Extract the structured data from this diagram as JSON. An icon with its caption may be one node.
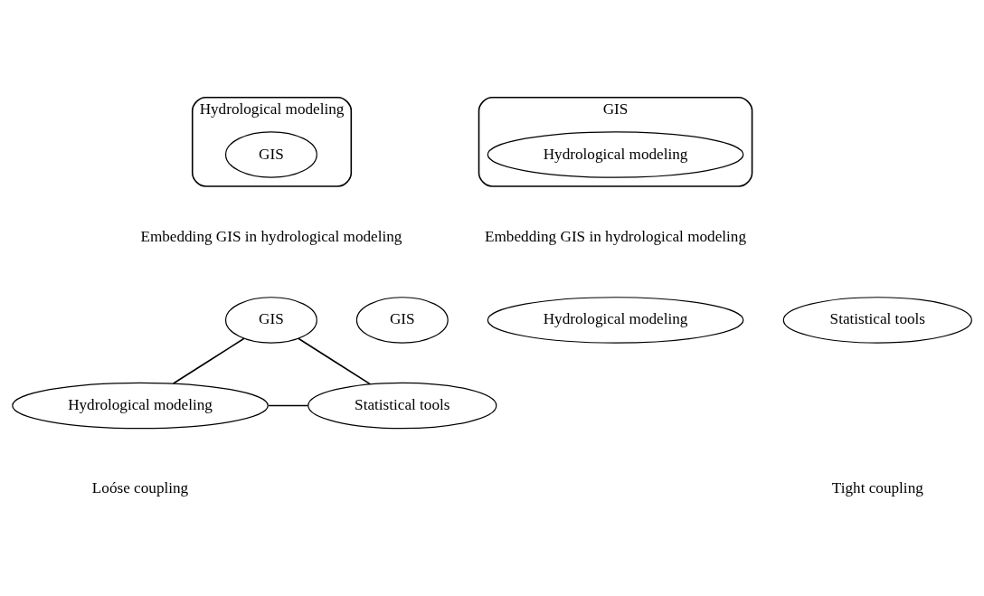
{
  "diagram": {
    "nodes": [
      {
        "text": [
          "Hydrological modeling"
        ]
      },
      {
        "text": [
          "GIS"
        ],
        "in": 0
      },
      {
        "text": [
          "GIS"
        ]
      },
      {
        "text": [
          "Hydrological modeling"
        ],
        "in": 2
      },
      {
        "text": [
          "GIS"
        ]
      },
      {
        "text": [
          "Hydrological modeling"
        ]
      },
      {
        "text": [
          "Statistical tools"
        ]
      },
      {
        "text": [
          "GIS"
        ]
      },
      {
        "text": [
          "Hydrological modeling"
        ]
      },
      {
        "text": [
          "Statistical tools"
        ]
      }
    ],
    "edges": [
      {
        "from": 4,
        "to": 5,
        "arrow": "none"
      },
      {
        "from": 4,
        "to": 6,
        "arrow": "none"
      },
      {
        "from": 5,
        "to": 6,
        "arrow": "none"
      }
    ],
    "labels": [
      "Embedding GIS in hydrological modeling",
      "Embedding GIS in hydrological modeling",
      "Loóse coupling",
      "Tight coupling"
    ]
  }
}
